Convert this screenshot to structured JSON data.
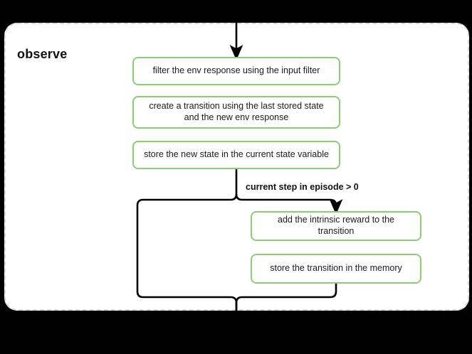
{
  "diagram": {
    "subgraph_title": "observe",
    "background_color": "#000000",
    "panel_color": "#ffffff",
    "node_border_color": "#8BCD73",
    "edge_color": "#000000",
    "panel_border_color": "#d9d9d9",
    "nodes": [
      {
        "id": "filter",
        "label": "filter the env response using the input filter"
      },
      {
        "id": "create",
        "label": "create a transition using the last stored state and the new env response"
      },
      {
        "id": "store_state",
        "label": "store the new state in the current state variable"
      },
      {
        "id": "intrinsic",
        "label": "add the intrinsic reward to the transition"
      },
      {
        "id": "store_trans",
        "label": "store the transition in the memory"
      }
    ],
    "edge_labels": [
      {
        "id": "condition",
        "label": "current step in episode > 0"
      }
    ]
  }
}
